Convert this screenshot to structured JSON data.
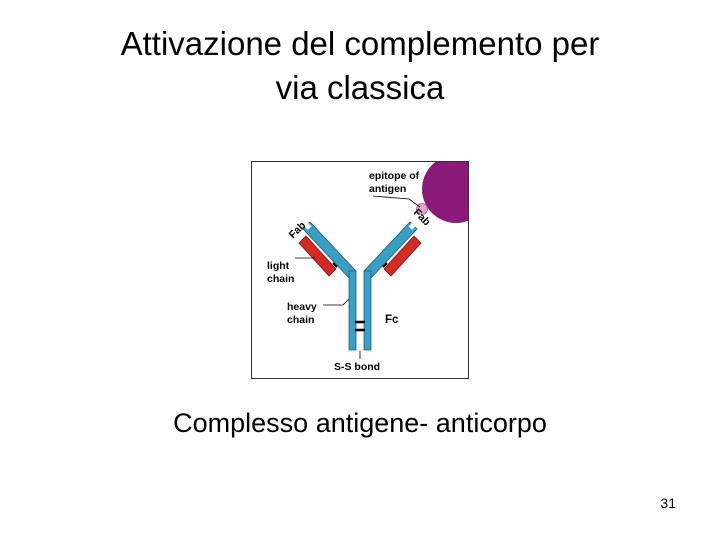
{
  "slide": {
    "title_line1": "Attivazione del complemento per",
    "title_line2": "via classica",
    "caption": "Complesso antigene- anticorpo",
    "page_number": "31"
  },
  "figure": {
    "labels": {
      "epitope_line1": "epitope of",
      "epitope_line2": "antigen",
      "fab_left": "Fab",
      "fab_right": "Fab",
      "light_chain_line1": "light",
      "light_chain_line2": "chain",
      "heavy_chain_line1": "heavy",
      "heavy_chain_line2": "chain",
      "fc": "Fc",
      "ss_bond": "S-S bond"
    },
    "colors": {
      "heavy_chain": "#3a9fc4",
      "light_chain": "#d42a24",
      "antigen": "#8a1a7a",
      "epitope": "#e2a6c7",
      "frame": "#333333"
    }
  }
}
